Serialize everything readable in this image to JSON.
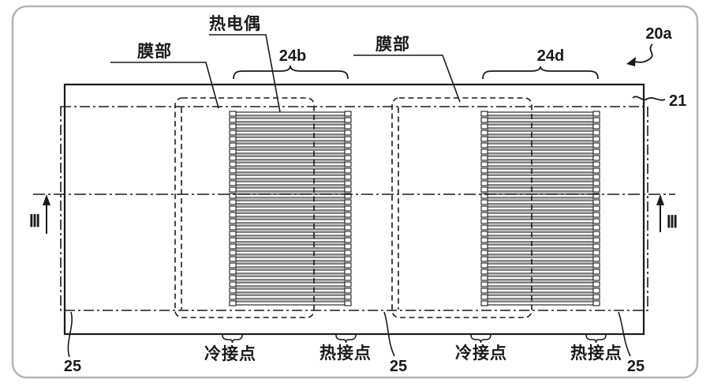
{
  "figure_labels": {
    "thermocouple": "热电偶",
    "membrane_left": "膜部",
    "membrane_right": "膜部",
    "thermopile_left_ref": "24b",
    "thermopile_right_ref": "24d",
    "device_ref": "20a",
    "substrate_ref": "21",
    "cavity_ref_left": "25",
    "cavity_ref_middle": "25",
    "cavity_ref_right": "25",
    "section_marker_left": "Ⅲ",
    "section_marker_right": "Ⅲ",
    "cold_junction_left": "冷接点",
    "hot_junction_left": "热接点",
    "cold_junction_right": "冷接点",
    "hot_junction_right": "热接点"
  },
  "structure": {
    "thermopile_count": 2,
    "bars_per_thermopile": 31
  },
  "colors": {
    "line": "#1a1a1a",
    "thin_line": "#7a7a7a",
    "frame_border": "#b5b5b5",
    "background": "#ffffff"
  }
}
